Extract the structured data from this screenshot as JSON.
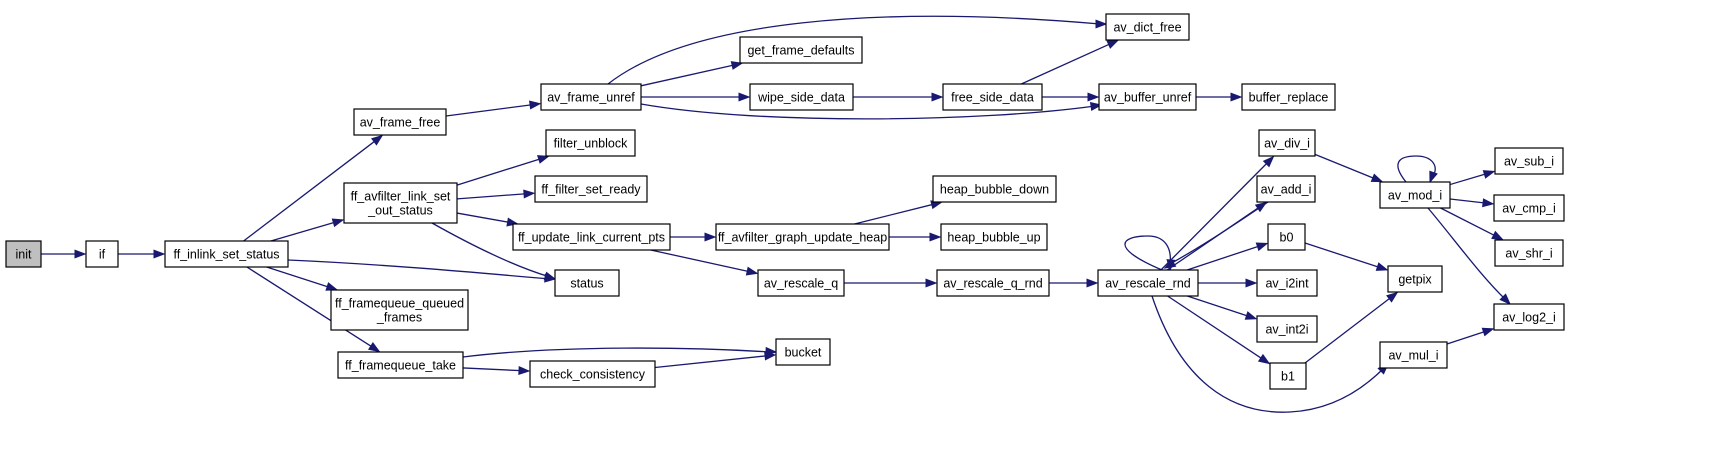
{
  "graph": {
    "colors": {
      "edge": "#191970",
      "node_border": "#000000",
      "root_fill": "#bfbfbf",
      "node_fill": "#ffffff"
    },
    "nodes": {
      "init": [
        "init"
      ],
      "if": [
        "if"
      ],
      "ff_inlink_set_status": [
        "ff_inlink_set_status"
      ],
      "av_frame_free": [
        "av_frame_free"
      ],
      "ff_avfilter_link_set_out_status": [
        "ff_avfilter_link_set",
        "_out_status"
      ],
      "status": [
        "status"
      ],
      "ff_framequeue_queued_frames": [
        "ff_framequeue_queued",
        "_frames"
      ],
      "ff_framequeue_take": [
        "ff_framequeue_take"
      ],
      "av_frame_unref": [
        "av_frame_unref"
      ],
      "filter_unblock": [
        "filter_unblock"
      ],
      "ff_filter_set_ready": [
        "ff_filter_set_ready"
      ],
      "ff_update_link_current_pts": [
        "ff_update_link_current_pts"
      ],
      "bucket": [
        "bucket"
      ],
      "check_consistency": [
        "check_consistency"
      ],
      "get_frame_defaults": [
        "get_frame_defaults"
      ],
      "wipe_side_data": [
        "wipe_side_data"
      ],
      "ff_avfilter_graph_update_heap": [
        "ff_avfilter_graph_update_heap"
      ],
      "av_rescale_q": [
        "av_rescale_q"
      ],
      "av_dict_free": [
        "av_dict_free"
      ],
      "free_side_data": [
        "free_side_data"
      ],
      "av_buffer_unref": [
        "av_buffer_unref"
      ],
      "heap_bubble_down": [
        "heap_bubble_down"
      ],
      "heap_bubble_up": [
        "heap_bubble_up"
      ],
      "av_rescale_q_rnd": [
        "av_rescale_q_rnd"
      ],
      "buffer_replace": [
        "buffer_replace"
      ],
      "av_rescale_rnd": [
        "av_rescale_rnd"
      ],
      "av_div_i": [
        "av_div_i"
      ],
      "av_add_i": [
        "av_add_i"
      ],
      "b0": [
        "b0"
      ],
      "av_i2int": [
        "av_i2int"
      ],
      "av_int2i": [
        "av_int2i"
      ],
      "b1": [
        "b1"
      ],
      "av_mul_i": [
        "av_mul_i"
      ],
      "av_mod_i": [
        "av_mod_i"
      ],
      "getpix": [
        "getpix"
      ],
      "av_sub_i": [
        "av_sub_i"
      ],
      "av_cmp_i": [
        "av_cmp_i"
      ],
      "av_shr_i": [
        "av_shr_i"
      ],
      "av_log2_i": [
        "av_log2_i"
      ]
    },
    "edges": [
      [
        "init",
        "if"
      ],
      [
        "if",
        "ff_inlink_set_status"
      ],
      [
        "ff_inlink_set_status",
        "av_frame_free"
      ],
      [
        "ff_inlink_set_status",
        "ff_avfilter_link_set_out_status"
      ],
      [
        "ff_inlink_set_status",
        "status"
      ],
      [
        "ff_inlink_set_status",
        "ff_framequeue_queued_frames"
      ],
      [
        "ff_inlink_set_status",
        "ff_framequeue_take"
      ],
      [
        "av_frame_free",
        "av_frame_unref"
      ],
      [
        "ff_avfilter_link_set_out_status",
        "filter_unblock"
      ],
      [
        "ff_avfilter_link_set_out_status",
        "ff_filter_set_ready"
      ],
      [
        "ff_avfilter_link_set_out_status",
        "ff_update_link_current_pts"
      ],
      [
        "ff_avfilter_link_set_out_status",
        "status"
      ],
      [
        "ff_framequeue_take",
        "bucket"
      ],
      [
        "ff_framequeue_take",
        "check_consistency"
      ],
      [
        "check_consistency",
        "bucket"
      ],
      [
        "av_frame_unref",
        "av_dict_free"
      ],
      [
        "av_frame_unref",
        "get_frame_defaults"
      ],
      [
        "av_frame_unref",
        "wipe_side_data"
      ],
      [
        "av_frame_unref",
        "av_buffer_unref"
      ],
      [
        "wipe_side_data",
        "free_side_data"
      ],
      [
        "free_side_data",
        "av_dict_free"
      ],
      [
        "free_side_data",
        "av_buffer_unref"
      ],
      [
        "av_buffer_unref",
        "buffer_replace"
      ],
      [
        "ff_update_link_current_pts",
        "ff_avfilter_graph_update_heap"
      ],
      [
        "ff_update_link_current_pts",
        "av_rescale_q"
      ],
      [
        "ff_avfilter_graph_update_heap",
        "heap_bubble_down"
      ],
      [
        "ff_avfilter_graph_update_heap",
        "heap_bubble_up"
      ],
      [
        "av_rescale_q",
        "av_rescale_q_rnd"
      ],
      [
        "av_rescale_q_rnd",
        "av_rescale_rnd"
      ],
      [
        "av_rescale_rnd",
        "av_rescale_rnd"
      ],
      [
        "av_rescale_rnd",
        "av_div_i"
      ],
      [
        "av_rescale_rnd",
        "av_add_i"
      ],
      [
        "av_rescale_rnd",
        "b0"
      ],
      [
        "av_rescale_rnd",
        "av_i2int"
      ],
      [
        "av_rescale_rnd",
        "av_int2i"
      ],
      [
        "av_rescale_rnd",
        "b1"
      ],
      [
        "av_rescale_rnd",
        "av_mul_i"
      ],
      [
        "av_div_i",
        "av_mod_i"
      ],
      [
        "av_add_i",
        "av_rescale_rnd"
      ],
      [
        "b0",
        "getpix"
      ],
      [
        "b1",
        "getpix"
      ],
      [
        "av_mul_i",
        "av_log2_i"
      ],
      [
        "av_mod_i",
        "av_mod_i"
      ],
      [
        "av_mod_i",
        "av_sub_i"
      ],
      [
        "av_mod_i",
        "av_cmp_i"
      ],
      [
        "av_mod_i",
        "av_shr_i"
      ],
      [
        "av_mod_i",
        "av_log2_i"
      ]
    ]
  }
}
